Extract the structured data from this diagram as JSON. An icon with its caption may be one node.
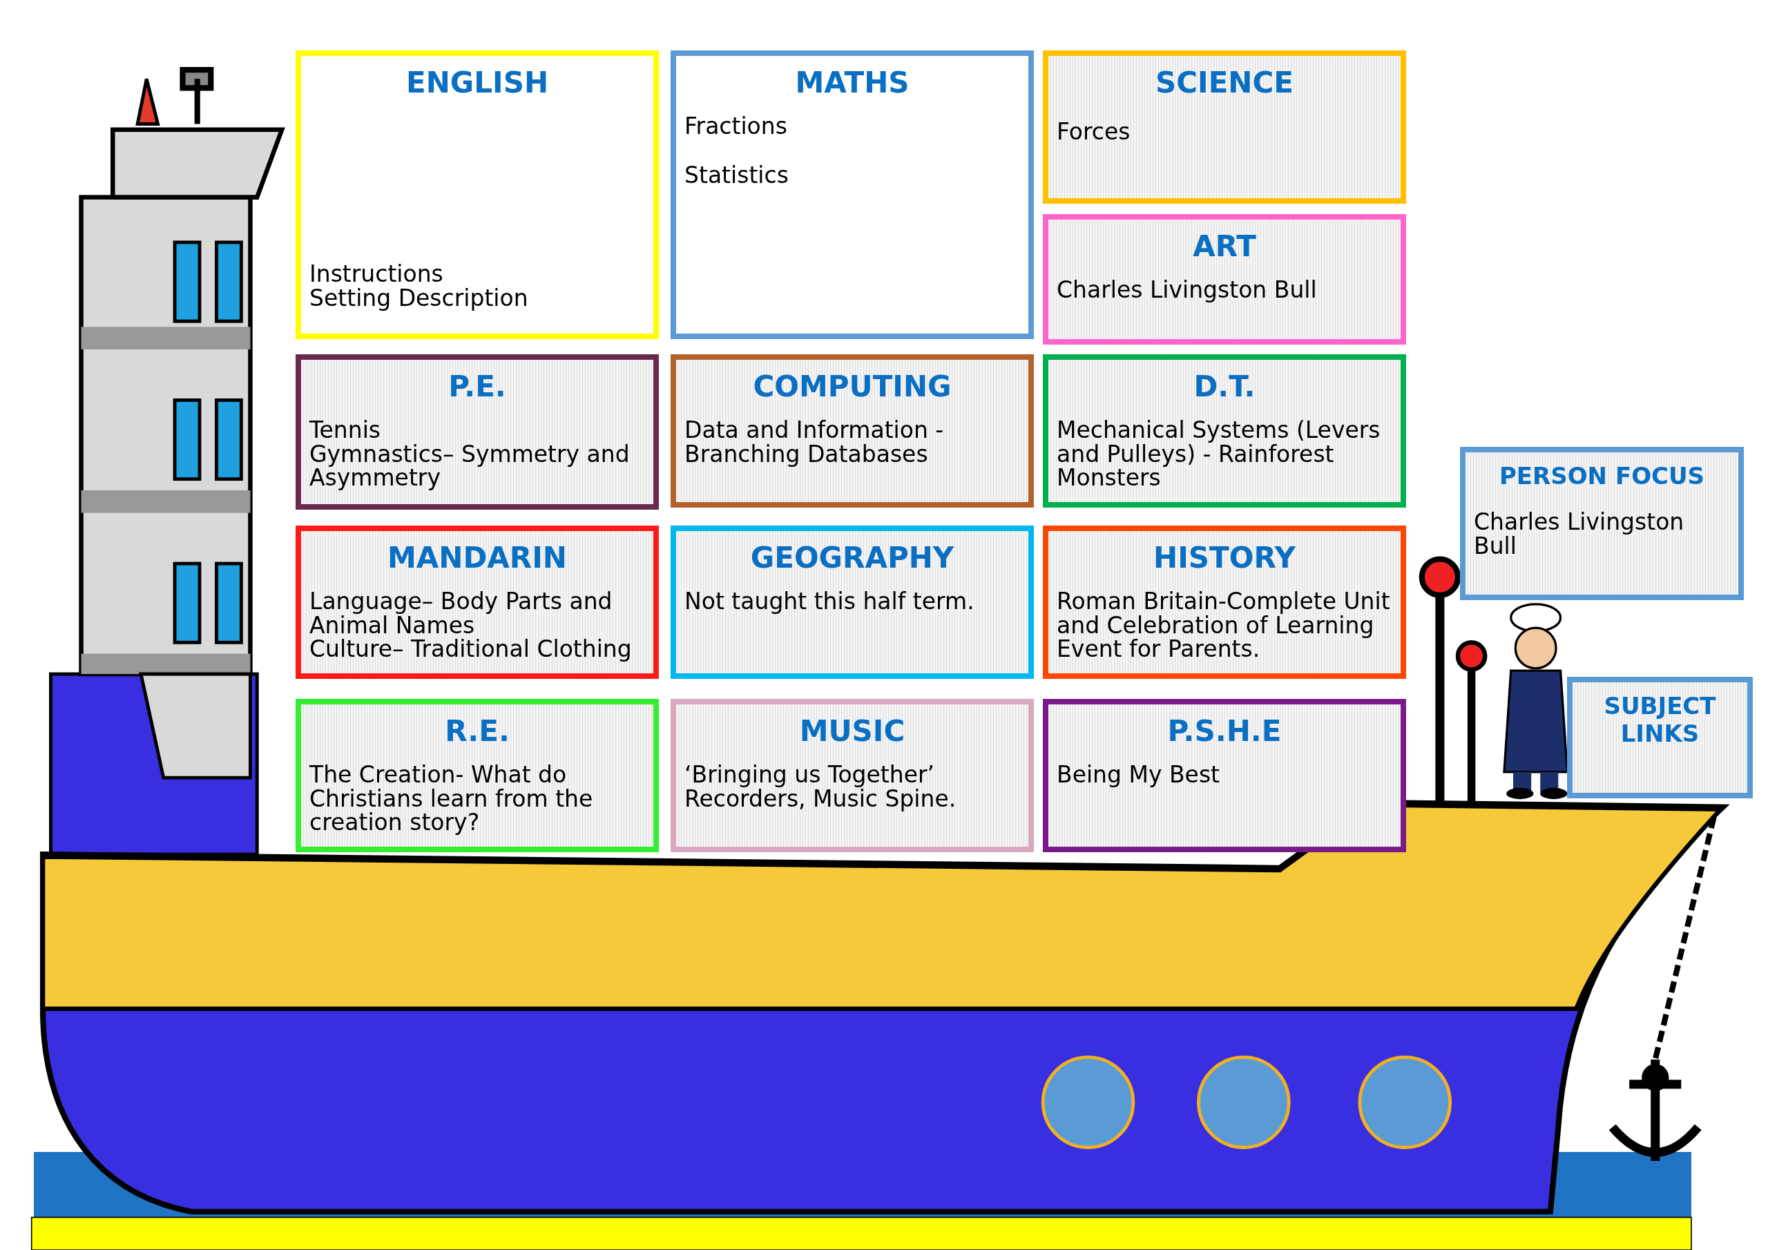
{
  "diagram": {
    "nodes": [
      {
        "text": [
          "ENGLISH",
          "Instructions",
          "Setting Description"
        ]
      },
      {
        "text": [
          "MATHS",
          "Fractions",
          "Statistics"
        ]
      },
      {
        "text": [
          "SCIENCE",
          "Forces"
        ]
      },
      {
        "text": [
          "ART",
          "Charles Livingston Bull"
        ]
      },
      {
        "text": [
          "P.E.",
          "Tennis",
          "Gymnastics– Symmetry and Asymmetry"
        ]
      },
      {
        "text": [
          "COMPUTING",
          "Data and Information - Branching Databases"
        ]
      },
      {
        "text": [
          "D.T.",
          "Mechanical Systems (Levers and Pulleys) - Rainforest Monsters"
        ]
      },
      {
        "text": [
          "PERSON FOCUS",
          "Charles Livingston Bull"
        ]
      },
      {
        "text": [
          "MANDARIN",
          "Language– Body Parts and Animal Names",
          "Culture– Traditional Clothing"
        ]
      },
      {
        "text": [
          "GEOGRAPHY",
          "Not taught this half term."
        ]
      },
      {
        "text": [
          "HISTORY",
          "Roman Britain-Complete Unit and Celebration of Learning Event for Parents."
        ]
      },
      {
        "text": [
          "R.E.",
          "The Creation- What do Christians learn from the creation story?"
        ]
      },
      {
        "text": [
          "MUSIC",
          "‘Bringing us Together’ Recorders, Music Spine."
        ]
      },
      {
        "text": [
          "P.S.H.E",
          "Being My Best"
        ]
      },
      {
        "text": [
          "SUBJECT LINKS"
        ]
      }
    ]
  }
}
